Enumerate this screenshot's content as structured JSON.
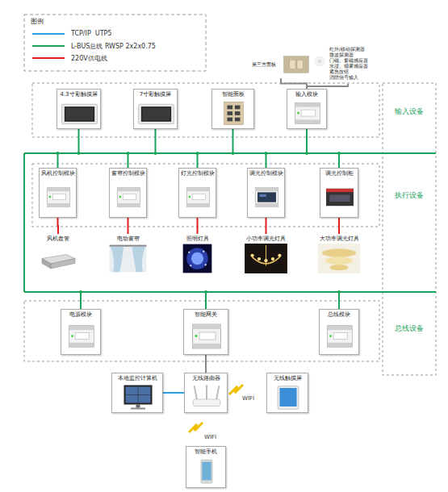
{
  "diagram": {
    "nodes": [
      {
        "text": [
          "第三方面板"
        ]
      },
      {
        "text": [
          "红外/移动探测器 微波探测器 门磁、窗磁感应器 水浸、烟雾感应器 紧急按钮 消防信号输入"
        ]
      },
      {
        "text": [
          "4.3寸彩触摸屏"
        ]
      },
      {
        "text": [
          "7寸彩触摸屏"
        ]
      },
      {
        "text": [
          "智能面板"
        ]
      },
      {
        "text": [
          "输入模块"
        ]
      },
      {
        "text": [
          "风机控制模块"
        ]
      },
      {
        "text": [
          "窗帘控制模块"
        ]
      },
      {
        "text": [
          "灯光控制模块"
        ]
      },
      {
        "text": [
          "调光控制模块"
        ]
      },
      {
        "text": [
          "调光控制柜"
        ]
      },
      {
        "text": [
          "风机盘管"
        ]
      },
      {
        "text": [
          "电动窗帘"
        ]
      },
      {
        "text": [
          "照明灯具"
        ]
      },
      {
        "text": [
          "小功率调光灯具"
        ]
      },
      {
        "text": [
          "大功率调光灯具"
        ]
      },
      {
        "text": [
          "电源模块"
        ]
      },
      {
        "text": [
          "智能网关"
        ]
      },
      {
        "text": [
          "总线模块"
        ]
      },
      {
        "text": [
          "本地监控计算机"
        ]
      },
      {
        "text": [
          "无线路由器"
        ]
      },
      {
        "text": [
          "无线触摸屏"
        ]
      },
      {
        "text": [
          "智能手机"
        ]
      }
    ],
    "edges": [
      {
        "from": 0,
        "to": 5,
        "arrow": "none"
      },
      {
        "from": 1,
        "to": 5,
        "arrow": "none"
      },
      {
        "from": 6,
        "to": 11,
        "arrow": "none"
      },
      {
        "from": 7,
        "to": 12,
        "arrow": "none"
      },
      {
        "from": 8,
        "to": 13,
        "arrow": "none"
      },
      {
        "from": 9,
        "to": 14,
        "arrow": "none"
      },
      {
        "from": 10,
        "to": 15,
        "arrow": "none"
      },
      {
        "from": 17,
        "to": 20,
        "arrow": "none"
      },
      {
        "from": 19,
        "to": 20,
        "arrow": "none"
      }
    ],
    "labels": [
      "图例",
      "输入设备",
      "执行设备",
      "总线设备",
      "WIFI",
      "WIFI"
    ],
    "legend": [
      {
        "text": "TCP/IP  UTP5"
      },
      {
        "text": "L-BUS总线 RWSP 2x2x0.75"
      },
      {
        "text": "220V供电线"
      }
    ]
  }
}
